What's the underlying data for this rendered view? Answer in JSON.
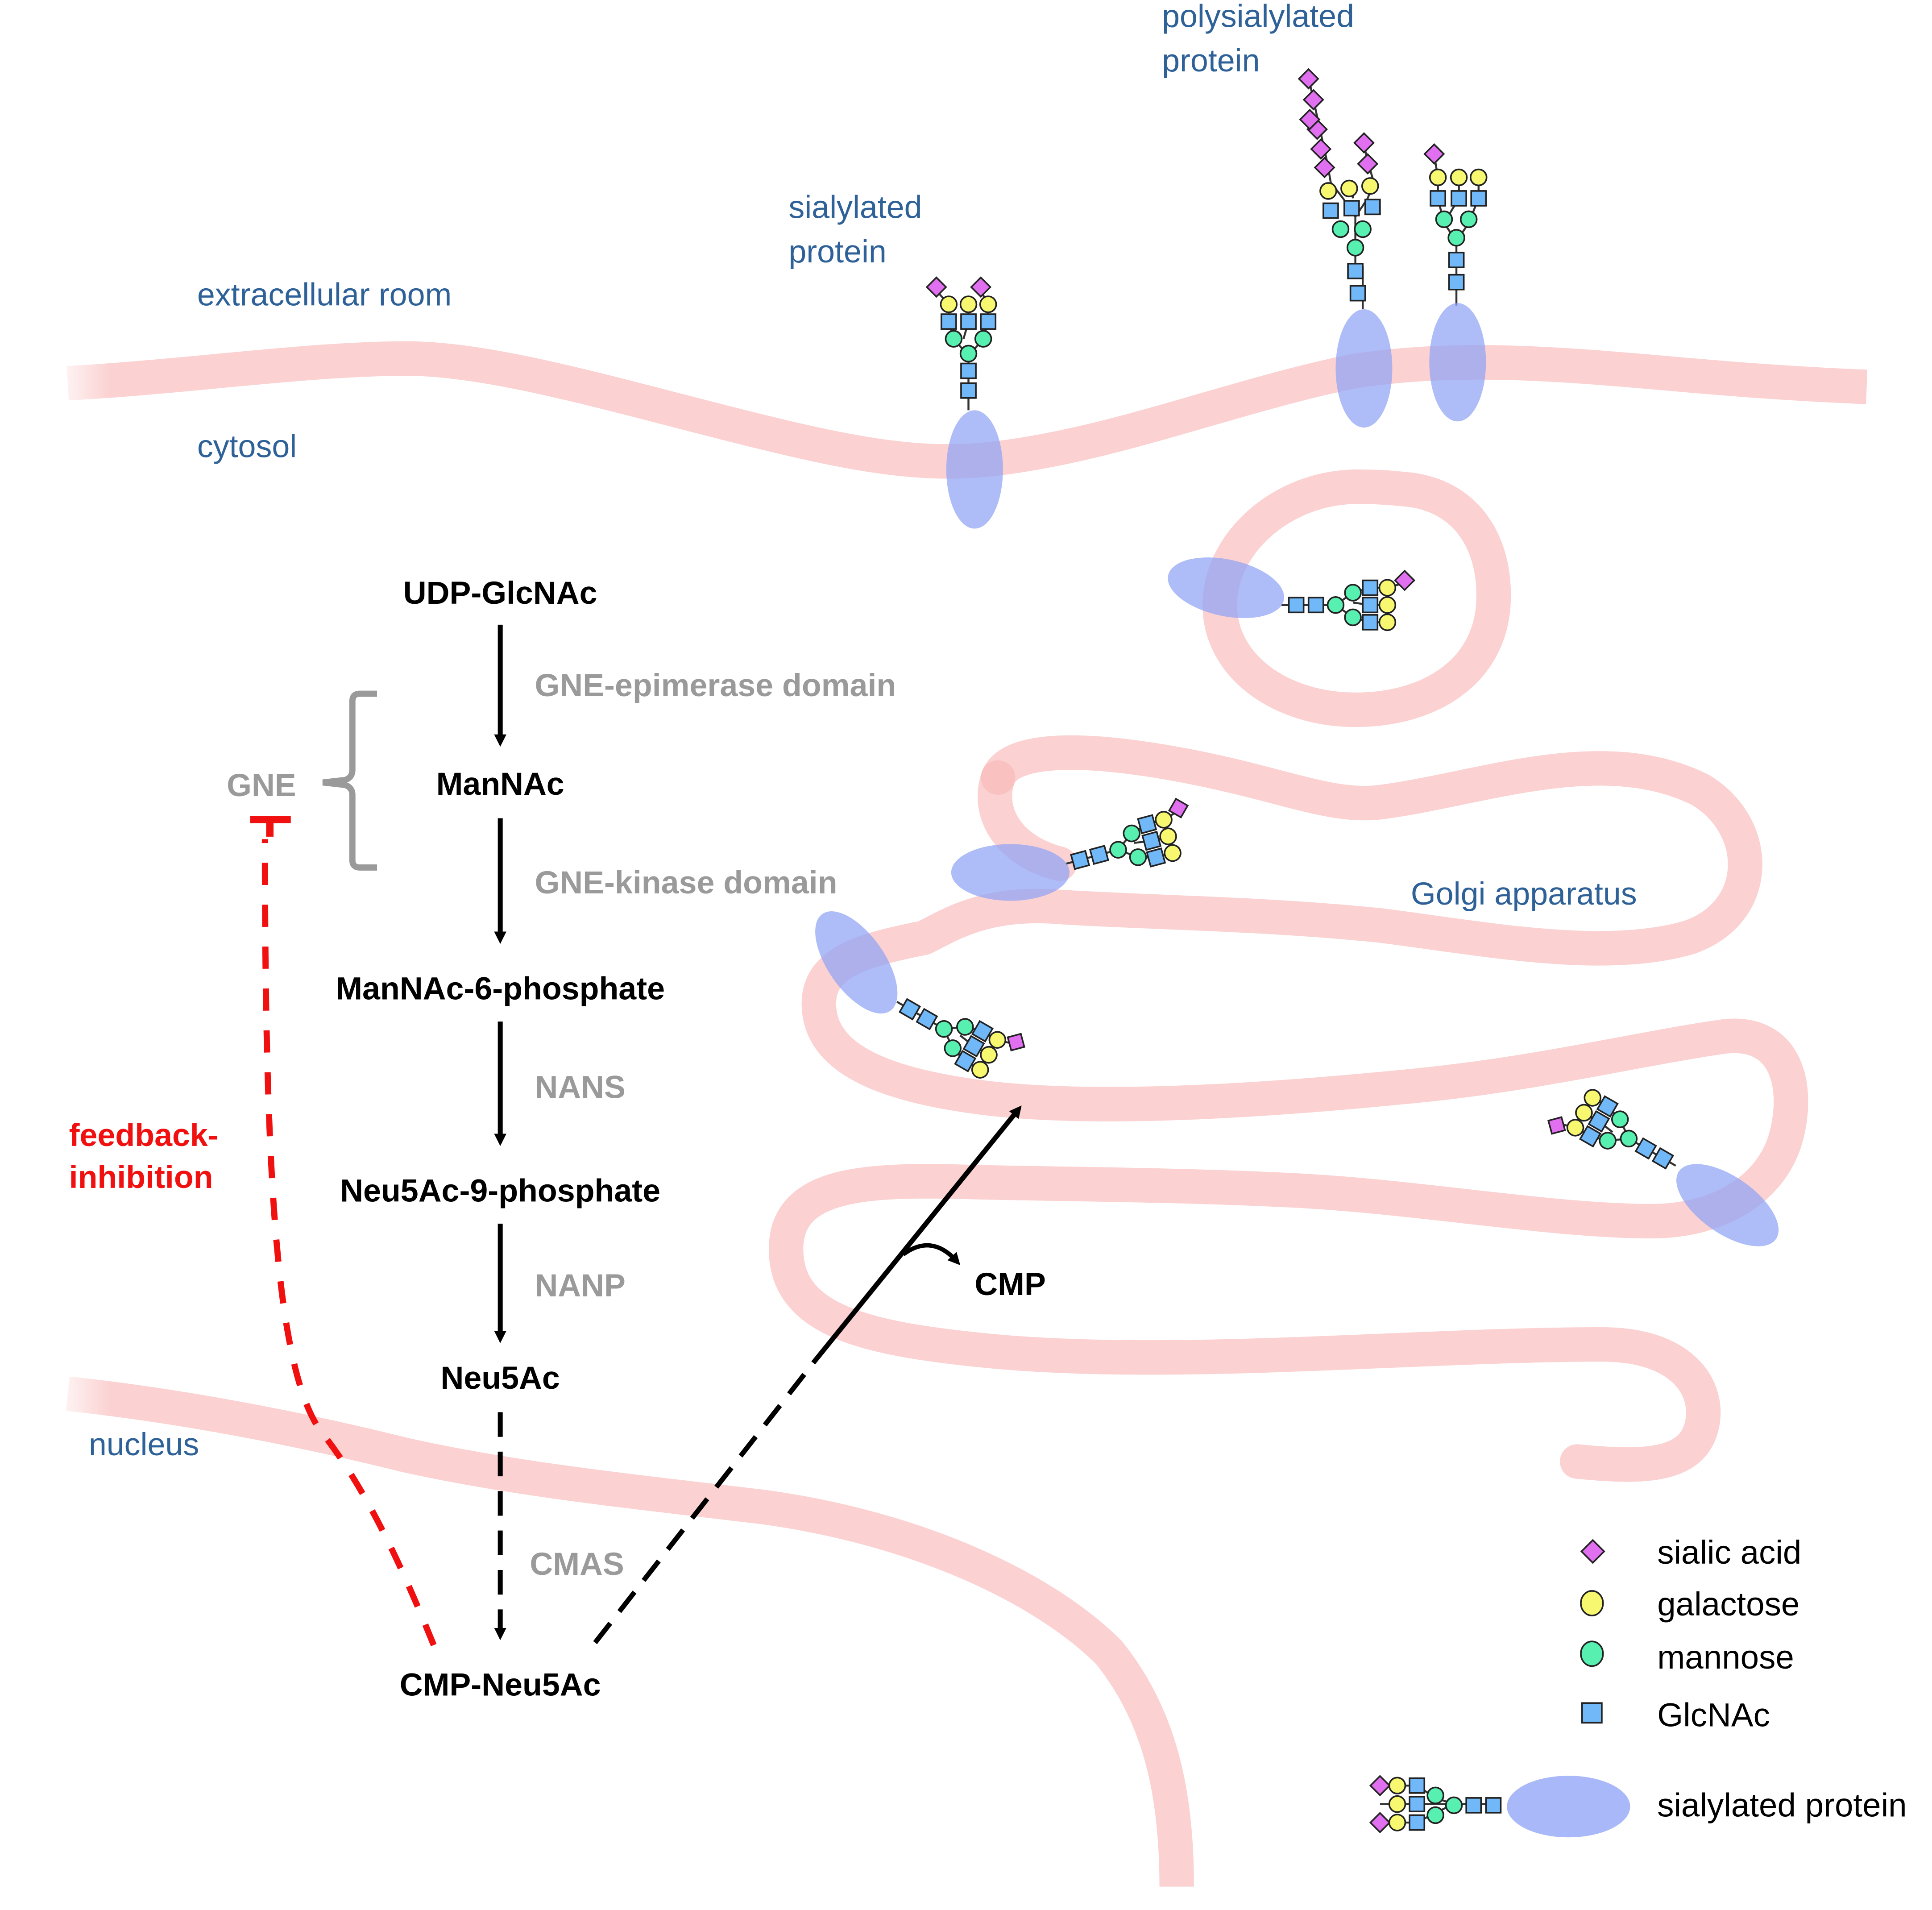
{
  "compartments": {
    "extracellular": "extracellular room",
    "cytosol": "cytosol",
    "nucleus": "nucleus",
    "golgi": "Golgi apparatus"
  },
  "proteins": {
    "sialylated_line1": "sialylated",
    "sialylated_line2": "protein",
    "polysialylated_line1": "polysialylated",
    "polysialylated_line2": "protein"
  },
  "pathway": {
    "metabolites": [
      "UDP-GlcNAc",
      "ManNAc",
      "ManNAc-6-phosphate",
      "Neu5Ac-9-phosphate",
      "Neu5Ac",
      "CMP-Neu5Ac"
    ],
    "enzymes": [
      "GNE-epimerase domain",
      "GNE-kinase domain",
      "NANS",
      "NANP",
      "CMAS"
    ],
    "gne_label": "GNE",
    "byproduct": "CMP",
    "feedback_line1": "feedback-",
    "feedback_line2": "inhibition"
  },
  "legend": {
    "items": [
      {
        "label": "sialic acid",
        "shape": "diamond",
        "color": "#e070f0"
      },
      {
        "label": "galactose",
        "shape": "circle",
        "color": "#f8f870"
      },
      {
        "label": "mannose",
        "shape": "circle",
        "color": "#58f0b0"
      },
      {
        "label": "GlcNAc",
        "shape": "square",
        "color": "#70b8f8"
      }
    ],
    "protein_label": "sialylated protein",
    "protein_color": "#a8b8f8"
  },
  "colors": {
    "membrane": "#f9b9b9",
    "compartment_text": "#2e6198",
    "enzyme_text": "#9a9a9a",
    "inhibition": "#f01010"
  }
}
